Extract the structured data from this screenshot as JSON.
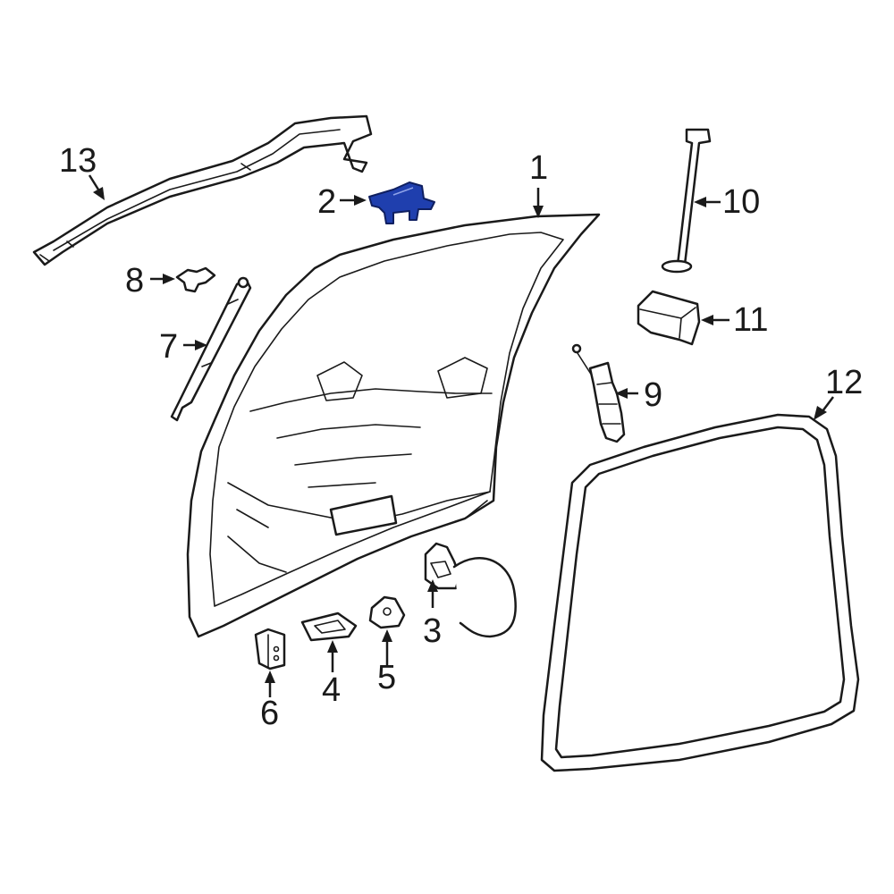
{
  "diagram": {
    "highlight_color": "#1f3fae",
    "line_color": "#1a1a1a",
    "background": "#ffffff",
    "callouts": [
      {
        "id": "1",
        "label": "1"
      },
      {
        "id": "2",
        "label": "2"
      },
      {
        "id": "3",
        "label": "3"
      },
      {
        "id": "4",
        "label": "4"
      },
      {
        "id": "5",
        "label": "5"
      },
      {
        "id": "6",
        "label": "6"
      },
      {
        "id": "7",
        "label": "7"
      },
      {
        "id": "8",
        "label": "8"
      },
      {
        "id": "9",
        "label": "9"
      },
      {
        "id": "10",
        "label": "10"
      },
      {
        "id": "11",
        "label": "11"
      },
      {
        "id": "12",
        "label": "12"
      },
      {
        "id": "13",
        "label": "13"
      }
    ],
    "highlighted_part": "2"
  }
}
